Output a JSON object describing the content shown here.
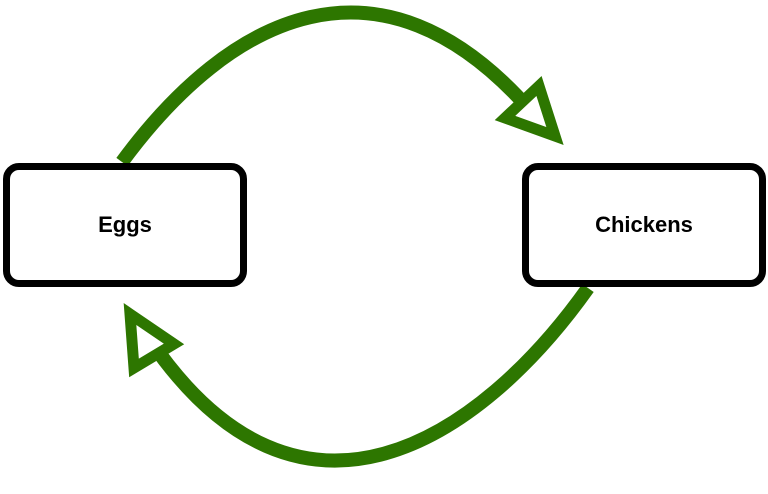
{
  "diagram": {
    "nodes": [
      {
        "id": "eggs",
        "label": "Eggs"
      },
      {
        "id": "chickens",
        "label": "Chickens"
      }
    ],
    "edges": [
      {
        "from": "eggs",
        "to": "chickens"
      },
      {
        "from": "chickens",
        "to": "eggs"
      }
    ],
    "colors": {
      "arrow": "#2d7600",
      "node_border": "#000000",
      "node_fill": "#ffffff",
      "text": "#000000"
    }
  }
}
